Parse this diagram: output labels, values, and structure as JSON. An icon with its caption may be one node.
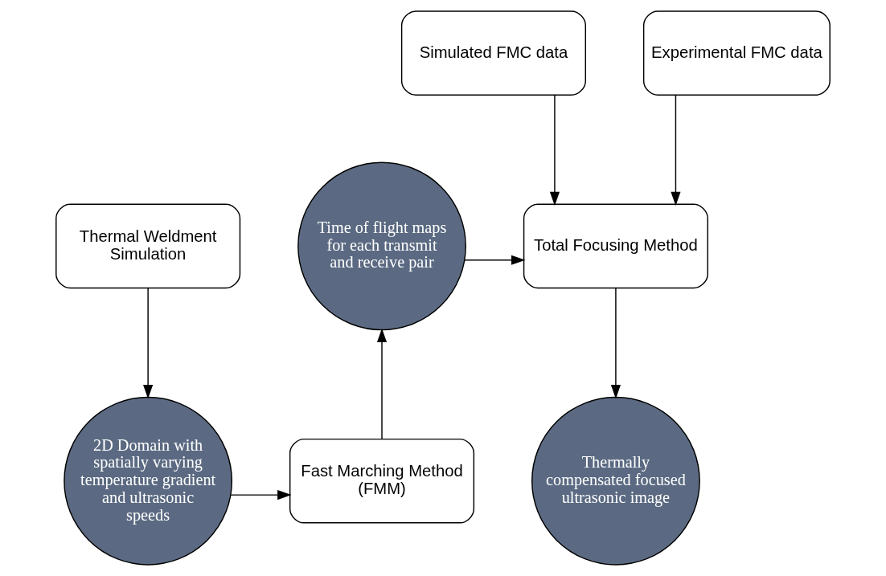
{
  "diagram": {
    "nodes": [
      {
        "text": [
          "Simulated FMC data"
        ]
      },
      {
        "text": [
          "Experimental FMC data"
        ]
      },
      {
        "text": [
          "Thermal Weldment Simulation"
        ]
      },
      {
        "text": [
          "Time of flight maps for each transmit and receive pair"
        ]
      },
      {
        "text": [
          "Total Focusing Method"
        ]
      },
      {
        "text": [
          "2D Domain with spatially varying temperature gradient and ultrasonic speeds"
        ]
      },
      {
        "text": [
          "Fast Marching Method (FMM)"
        ]
      },
      {
        "text": [
          "Thermally compensated focused ultrasonic image"
        ]
      }
    ],
    "edges": [
      {
        "from": 0,
        "to": 4,
        "arrow": "to"
      },
      {
        "from": 1,
        "to": 4,
        "arrow": "to"
      },
      {
        "from": 2,
        "to": 5,
        "arrow": "to"
      },
      {
        "from": 5,
        "to": 6,
        "arrow": "to"
      },
      {
        "from": 6,
        "to": 3,
        "arrow": "to"
      },
      {
        "from": 3,
        "to": 4,
        "arrow": "to"
      },
      {
        "from": 4,
        "to": 7,
        "arrow": "to"
      }
    ]
  }
}
